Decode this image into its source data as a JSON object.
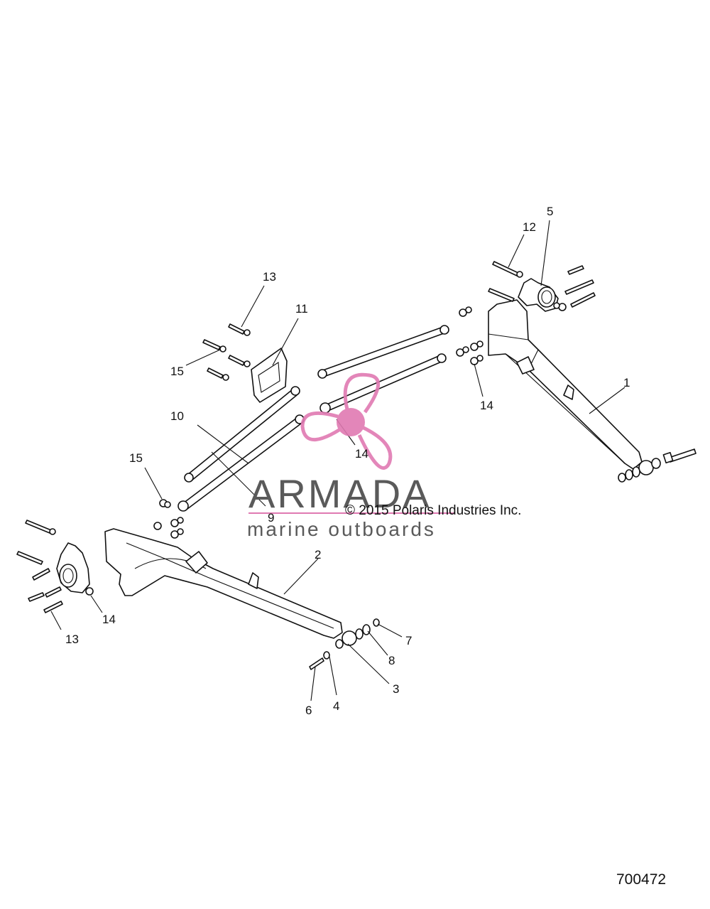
{
  "copyright": "© 2015 Polaris Industries Inc.",
  "drawing_number": "700472",
  "watermark": {
    "brand": "ARMADA",
    "tagline": "marine outboards",
    "accent_color": "#e07ab2",
    "text_color": "#5a5a5a",
    "icon": "propeller-logo-icon"
  },
  "callouts": {
    "c1": "1",
    "c2": "2",
    "c3": "3",
    "c4": "4",
    "c5": "5",
    "c6": "6",
    "c7": "7",
    "c8": "8",
    "c9": "9",
    "c10": "10",
    "c11": "11",
    "c12": "12",
    "c13_top": "13",
    "c13_bottom": "13",
    "c14_right": "14",
    "c14_center": "14",
    "c14_left": "14",
    "c15_upper": "15",
    "c15_lower": "15"
  }
}
